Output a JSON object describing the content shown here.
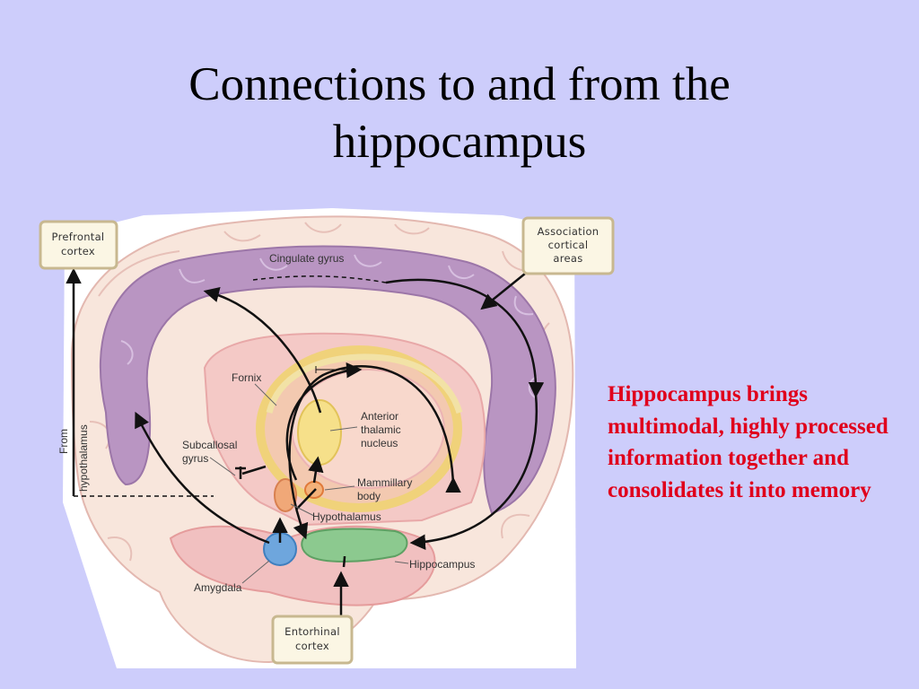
{
  "slide": {
    "title_line1": "Connections to and from the",
    "title_line2": "hippocampus",
    "side_text": "Hippocampus brings multimodal, highly processed information together and consolidates it into memory"
  },
  "diagram": {
    "boxes": {
      "prefrontal_line1": "Prefrontal",
      "prefrontal_line2": "cortex",
      "association_line1": "Association",
      "association_line2": "cortical",
      "association_line3": "areas",
      "entorhinal_line1": "Entorhinal",
      "entorhinal_line2": "cortex"
    },
    "labels": {
      "cingulate": "Cingulate gyrus",
      "fornix": "Fornix",
      "anterior_line1": "Anterior",
      "anterior_line2": "thalamic",
      "anterior_line3": "nucleus",
      "subcallosal_line1": "Subcallosal",
      "subcallosal_line2": "gyrus",
      "mammillary_line1": "Mammillary",
      "mammillary_line2": "body",
      "hypothalamus": "Hypothalamus",
      "hippocampus": "Hippocampus",
      "amygdala": "Amygdala",
      "from_line1": "From",
      "from_line2": "hypothalamus"
    },
    "colors": {
      "background": "#cdcdfb",
      "brain_outer": "#f8e6dc",
      "cingulate": "#b995c2",
      "hippocampus": "#8cc98f",
      "amygdala": "#6ea6dd",
      "thalamus": "#f6e08a",
      "side_text": "#e0001b"
    }
  }
}
